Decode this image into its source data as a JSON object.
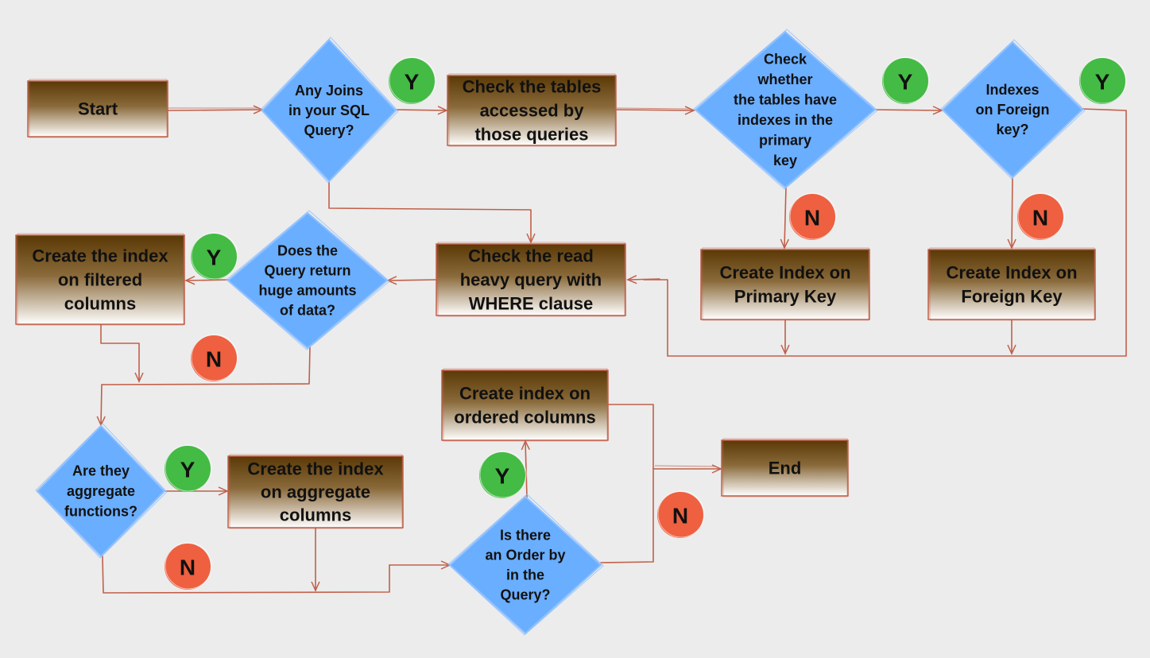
{
  "nodes": {
    "start": {
      "lines": [
        "Start"
      ]
    },
    "joins": {
      "lines": [
        "Any Joins",
        "in your SQL",
        "Query?"
      ]
    },
    "check_tables": {
      "lines": [
        "Check the tables",
        "accessed by",
        "those queries"
      ]
    },
    "check_pk": {
      "lines": [
        "Check",
        "whether",
        "the tables have",
        "indexes in the",
        "primary",
        "key"
      ]
    },
    "fk": {
      "lines": [
        "Indexes",
        "on Foreign",
        "key?"
      ]
    },
    "create_pk": {
      "lines": [
        "Create Index on",
        "Primary Key"
      ]
    },
    "create_fk": {
      "lines": [
        "Create Index on",
        "Foreign Key"
      ]
    },
    "read_heavy": {
      "lines": [
        "Check the read",
        "heavy query with",
        "WHERE clause"
      ]
    },
    "huge_data": {
      "lines": [
        "Does the",
        "Query return",
        "huge amounts",
        "of data?"
      ]
    },
    "filtered": {
      "lines": [
        "Create the index",
        "on filtered",
        "columns"
      ]
    },
    "aggregate_q": {
      "lines": [
        "Are they",
        "aggregate",
        "functions?"
      ]
    },
    "aggregate_idx": {
      "lines": [
        "Create the index",
        "on aggregate",
        "columns"
      ]
    },
    "order_q": {
      "lines": [
        "Is there",
        "an Order by",
        "in the",
        "Query?"
      ]
    },
    "ordered_idx": {
      "lines": [
        "Create index on",
        "ordered columns"
      ]
    },
    "end": {
      "lines": [
        "End"
      ]
    }
  },
  "badges": {
    "yes_label": "Y",
    "no_label": "N"
  },
  "colors": {
    "background": "#ececec",
    "box_top": "#5a3906",
    "box_bottom": "#ffffff",
    "box_border": "#c0604a",
    "diamond_fill": "#6aaeff",
    "diamond_border": "#8fc0ff",
    "edge": "#c0604a",
    "yes_badge": "#44bb44",
    "no_badge": "#ee6040"
  }
}
